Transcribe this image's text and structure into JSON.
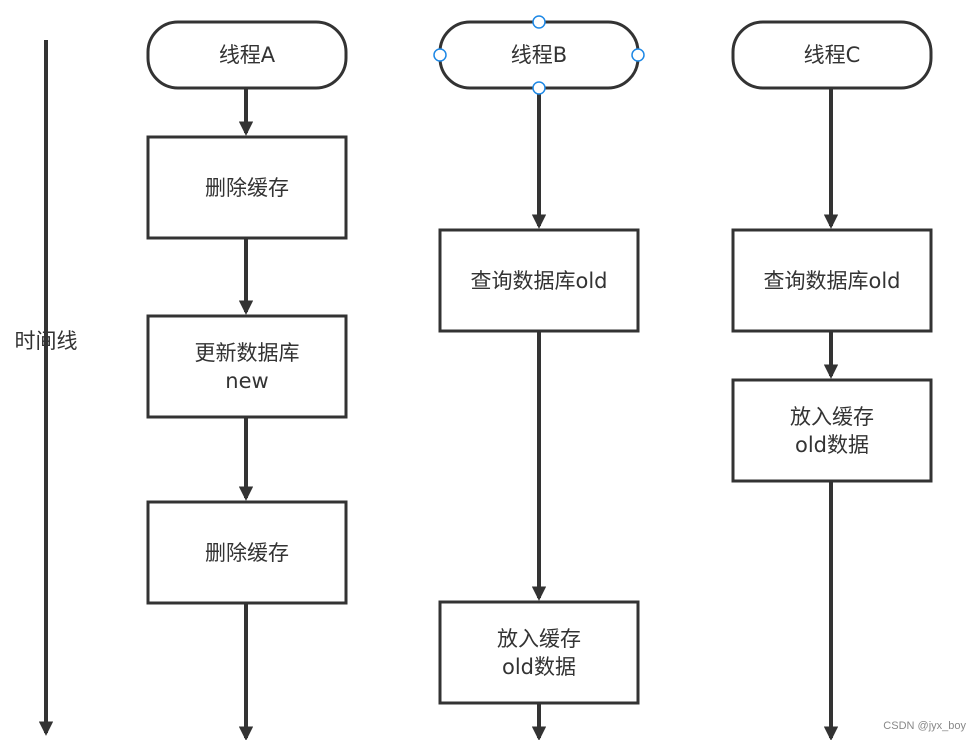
{
  "timeline": {
    "label": "时间线"
  },
  "threads": [
    {
      "title": "线程A",
      "steps": [
        "删除缓存",
        "更新数据库\nnew",
        "删除缓存"
      ]
    },
    {
      "title": "线程B",
      "steps": [
        "查询数据库old",
        "放入缓存\nold数据"
      ]
    },
    {
      "title": "线程C",
      "steps": [
        "查询数据库old",
        "放入缓存\nold数据"
      ]
    }
  ],
  "watermark": "CSDN @jyx_boy",
  "colors": {
    "stroke": "#333333",
    "selection": "#1e88e5",
    "text": "#333333"
  }
}
